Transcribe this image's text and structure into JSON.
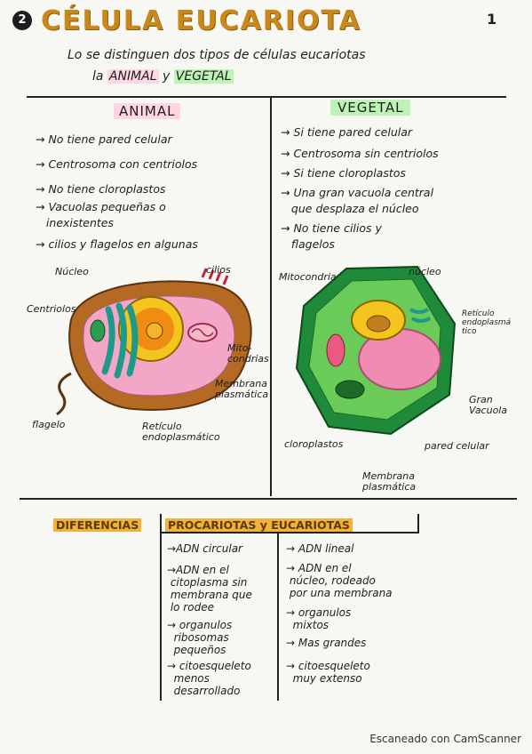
{
  "page_number": "1",
  "title_number": "2",
  "title": "CÉLULA EUCARIOTA",
  "intro": {
    "line1": "Lo se distinguen dos tipos de células eucariotas",
    "line2_prefix": "la",
    "animal": "ANIMAL",
    "and": "y",
    "vegetal": "VEGETAL"
  },
  "animal": {
    "heading": "ANIMAL",
    "items": [
      "→ No tiene pared celular",
      "→ Centrosoma con centriolos",
      "→ No tiene cloroplastos",
      "→ Vacuolas pequeñas o\n   inexistentes",
      "→ cilios y flagelos en algunas"
    ],
    "labels": {
      "nucleo": "Núcleo",
      "cilios": "cilios",
      "centriolos": "Centriolos",
      "mitocondrias": "Mito-\ncondrias",
      "membrana": "Membrana\nplasmática",
      "flagelo": "flagelo",
      "reticulo": "Retículo\nendoplasmático"
    }
  },
  "vegetal": {
    "heading": "VEGETAL",
    "items": [
      "→ Si tiene pared celular",
      "→ Centrosoma sin centriolos",
      "→ Si tiene cloroplastos",
      "→ Una gran vacuola central\n   que desplaza el núcleo",
      "→ No tiene cilios y\n   flagelos"
    ],
    "labels": {
      "mitocondria": "Mitocondria",
      "nucleo": "núcleo",
      "reticulo": "Retículo\nendoplasmá\ntico",
      "vacuola": "Gran\nVacuola",
      "cloroplastos": "cloroplastos",
      "pared": "pared celular",
      "membrana": "Membrana\nplasmática"
    }
  },
  "differences": {
    "tag": "DIFERENCIAS",
    "title": "PROCARIOTAS y EUCARIOTAS",
    "procariotas": [
      "→ADN circular",
      "→ADN en el\n citoplasma sin\n membrana que\n lo rodee",
      "→ organulos\n  ribosomas\n  pequeños",
      "→ citoesqueleto\n  menos\n  desarrollado"
    ],
    "eucariotas": [
      "→ ADN lineal",
      "→ ADN en el\n núcleo, rodeado\n por una membrana",
      "→ organulos\n  mixtos",
      "→ Mas grandes",
      "→ citoesqueleto\n  muy extenso"
    ]
  },
  "footer": "Escaneado con CamScanner"
}
